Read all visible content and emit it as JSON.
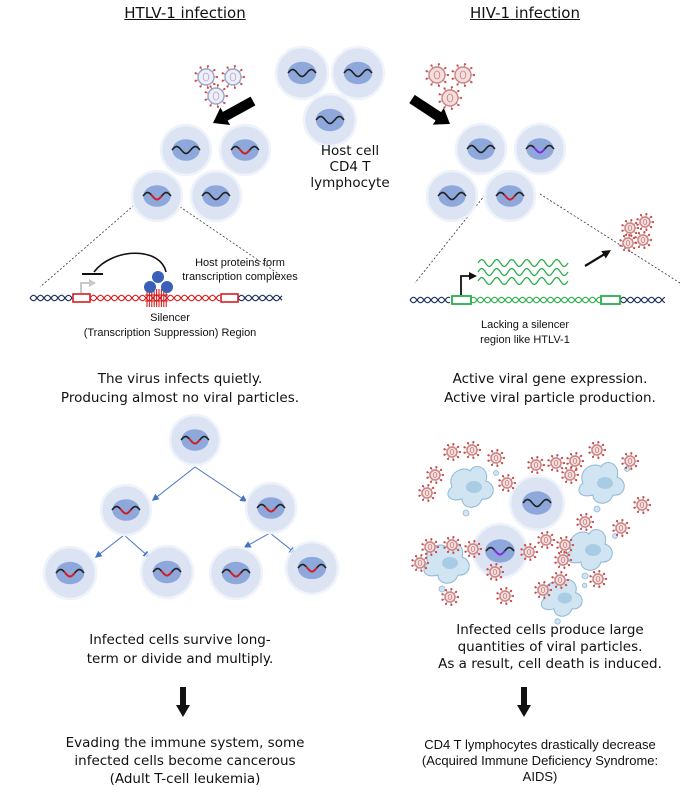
{
  "colors": {
    "cell_body": "#dce4f4",
    "cell_edge": "#eef2fa",
    "nucleus": "#8ea8dc",
    "dna_black": "#222222",
    "htlv_red": "#d42020",
    "hiv_purple": "#8a2be2",
    "hiv_green": "#2aae4a",
    "dna_navy": "#1c2e5c",
    "virus_pink": "#c98686",
    "protein_blue": "#3a5fb8",
    "tree_arrow": "#4472c4",
    "dead_cell": "#b9d6ea"
  },
  "left": {
    "title": "HTLV-1 infection",
    "annotation_proteins": "Host proteins form\ntranscription complexes",
    "annotation_silencer": "Silencer\n(Transcription Suppression) Region",
    "caption_infection": "The virus infects quietly.\nProducing almost no viral particles.",
    "caption_result": "Infected cells survive long-\nterm or divide and multiply.",
    "outcome": "Evading the immune system, some\ninfected cells become cancerous\n(Adult T-cell leukemia)"
  },
  "center": {
    "host_label": "Host cell\nCD4 T\nlymphocyte"
  },
  "right": {
    "title": "HIV-1 infection",
    "annotation_no_silencer": "Lacking a silencer\nregion like HTLV-1",
    "caption_infection": "Active viral gene expression.\nActive viral particle production.",
    "caption_result": "Infected cells produce large\nquantities of viral particles.\nAs a result, cell death is induced.",
    "outcome": "CD4 T lymphocytes drastically decrease\n(Acquired Immune Deficiency Syndrome:\nAIDS)"
  },
  "icons": {
    "infection_arrow": "arrow-icon",
    "virus": "virus-icon",
    "cell": "cell-icon",
    "promoter": "promoter-arrow-icon"
  }
}
